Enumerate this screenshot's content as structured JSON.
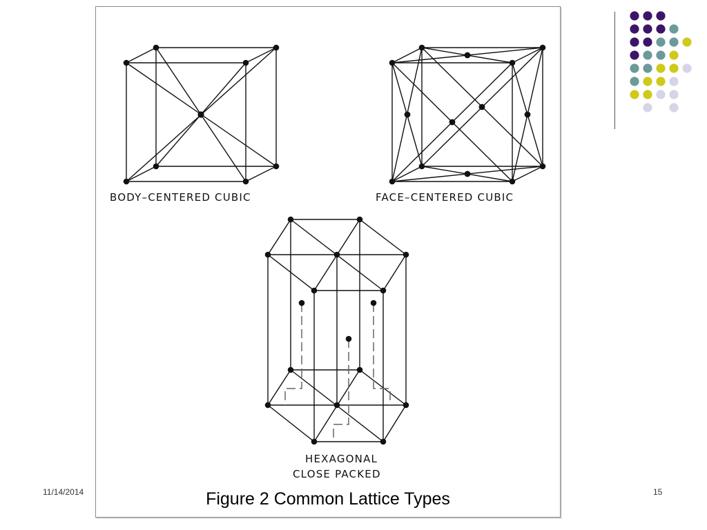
{
  "slide": {
    "date": "11/14/2014",
    "page_number": "15",
    "caption": "Figure 2 Common Lattice Types"
  },
  "lattices": {
    "bcc_label": "BODY–CENTERED CUBIC",
    "fcc_label": "FACE–CENTERED CUBIC",
    "hcp_label_line1": "HEXAGONAL",
    "hcp_label_line2": "CLOSE PACKED"
  },
  "colors": {
    "purple": "#3d1567",
    "teal": "#6b9a9b",
    "yellow": "#cfc91c",
    "lavender": "#d6d5e6",
    "line": "#111111"
  },
  "decoration": {
    "dot_rows": [
      [
        "purple",
        "purple",
        "purple"
      ],
      [
        "purple",
        "purple",
        "purple",
        "teal"
      ],
      [
        "purple",
        "purple",
        "teal",
        "teal",
        "yellow"
      ],
      [
        "purple",
        "teal",
        "teal",
        "yellow"
      ],
      [
        "teal",
        "teal",
        "yellow",
        "yellow",
        "lavender"
      ],
      [
        "teal",
        "yellow",
        "yellow",
        "lavender"
      ],
      [
        "yellow",
        "yellow",
        "lavender",
        "lavender"
      ],
      [
        "",
        "lavender",
        "",
        "lavender"
      ]
    ]
  }
}
